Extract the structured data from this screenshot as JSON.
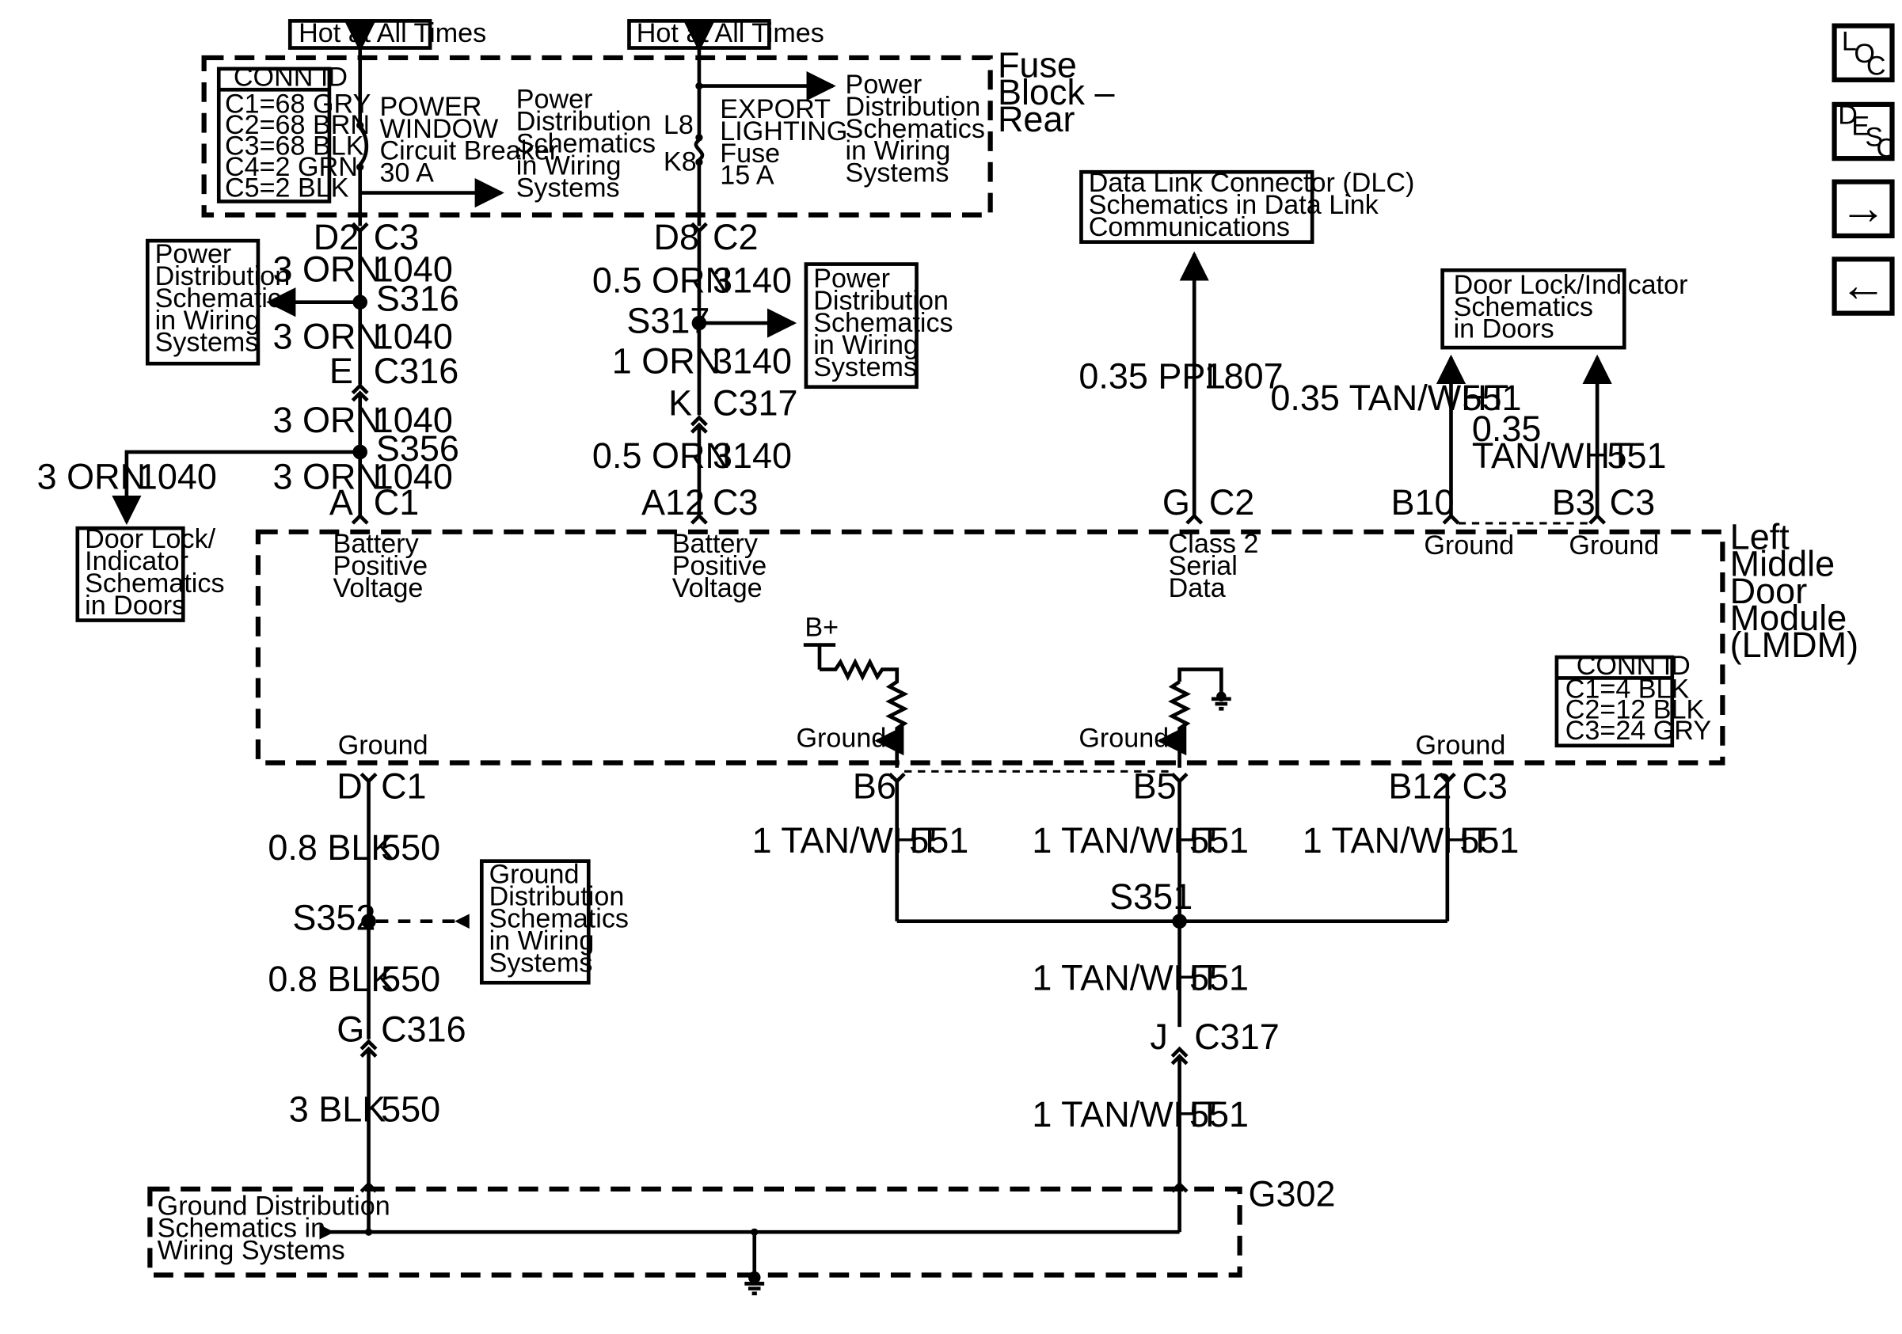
{
  "hot_labels": [
    "Hot at All Times",
    "Hot at All Times"
  ],
  "fuse_block": {
    "title": [
      "Fuse",
      "Block –",
      "Rear"
    ],
    "conn_id_title": "CONN ID",
    "conn_ids": [
      "C1=68 GRY",
      "C2=68 BRN",
      "C3=68 BLK",
      "C4=2 GRN",
      "C5=2 BLK"
    ],
    "breaker": [
      "POWER",
      "WINDOW",
      "Circuit Breaker",
      "30 A"
    ],
    "breaker_ref": [
      "Power",
      "Distribution",
      "Schematics",
      "in Wiring",
      "Systems"
    ],
    "fuse_pins": [
      "L8",
      "K8"
    ],
    "fuse": [
      "EXPORT",
      "LIGHTING",
      "Fuse",
      "15 A"
    ],
    "fuse_ref": [
      "Power",
      "Distribution",
      "Schematics",
      "in Wiring",
      "Systems"
    ]
  },
  "left_circuit": {
    "top_pin": "D2",
    "top_conn": "C3",
    "wire1": "3 ORN",
    "circ1": "1040",
    "splice1": "S316",
    "wire2": "3 ORN",
    "circ2": "1040",
    "mid_pin": "E",
    "mid_conn": "C316",
    "wire3": "3 ORN",
    "circ3": "1040",
    "splice2": "S356",
    "wire4": "3 ORN",
    "circ4": "1040",
    "branch_wire": "3 ORN",
    "branch_circ": "1040",
    "bottom_pin": "A",
    "bottom_conn": "C1",
    "ref_box": [
      "Power",
      "Distribution",
      "Schematics",
      "in Wiring",
      "Systems"
    ],
    "door_box": [
      "Door Lock/",
      "Indicator",
      "Schematics",
      "in Doors"
    ]
  },
  "mid_circuit": {
    "top_pin": "D8",
    "top_conn": "C2",
    "wire1": "0.5 ORN",
    "circ1": "3140",
    "splice": "S317",
    "wire2": "1 ORN",
    "circ2": "3140",
    "mid_pin": "K",
    "mid_conn": "C317",
    "wire3": "0.5 ORN",
    "circ3": "3140",
    "bottom_pin": "A12",
    "bottom_conn": "C3",
    "ref_box": [
      "Power",
      "Distribution",
      "Schematics",
      "in Wiring",
      "Systems"
    ]
  },
  "dlc": {
    "box": [
      "Data Link Connector (DLC)",
      "Schematics in Data Link",
      "Communications"
    ],
    "wire": "0.35 PPL",
    "circ": "1807",
    "pin": "G",
    "conn": "C2"
  },
  "door_lock": {
    "box": [
      "Door Lock/Indicator",
      "Schematics",
      "in Doors"
    ],
    "wire1": "0.35 TAN/WHT",
    "circ1": "551",
    "wire2": [
      "0.35",
      "TAN/WHT"
    ],
    "circ2": "551",
    "pin1": "B10",
    "pin2": "B3",
    "conn": "C3"
  },
  "module": {
    "title": [
      "Left",
      "Middle",
      "Door",
      "Module",
      "(LMDM)"
    ],
    "conn_id_title": "CONN ID",
    "conn_ids": [
      "C1=4 BLK",
      "C2=12 BLK",
      "C3=24 GRY"
    ],
    "bpv1": [
      "Battery",
      "Positive",
      "Voltage"
    ],
    "bpv2": [
      "Battery",
      "Positive",
      "Voltage"
    ],
    "class2": [
      "Class 2",
      "Serial",
      "Data"
    ],
    "ground": "Ground",
    "bplus": "B+"
  },
  "ground_circuit": {
    "top_pin": "D",
    "top_conn": "C1",
    "wire1": "0.8 BLK",
    "circ1": "550",
    "splice": "S352",
    "wire2": "0.8 BLK",
    "circ2": "550",
    "mid_pin": "G",
    "mid_conn": "C316",
    "wire3": "3 BLK",
    "circ3": "550",
    "ref_box": [
      "Ground",
      "Distribution",
      "Schematics",
      "in Wiring",
      "Systems"
    ]
  },
  "tan_circuit": {
    "b6_pin": "B6",
    "b5_pin": "B5",
    "b12_pin": "B12",
    "conn": "C3",
    "wire": "1 TAN/WHT",
    "circ": "551",
    "splice": "S351",
    "mid_pin": "J",
    "mid_conn": "C317"
  },
  "g302": {
    "label": "G302",
    "box": [
      "Ground Distribution",
      "Schematics in",
      "Wiring Systems"
    ]
  },
  "nav": {
    "loc": [
      "L",
      "O",
      "C"
    ],
    "desc": [
      "D",
      "E",
      "S",
      "C"
    ],
    "next": "→",
    "prev": "←"
  }
}
